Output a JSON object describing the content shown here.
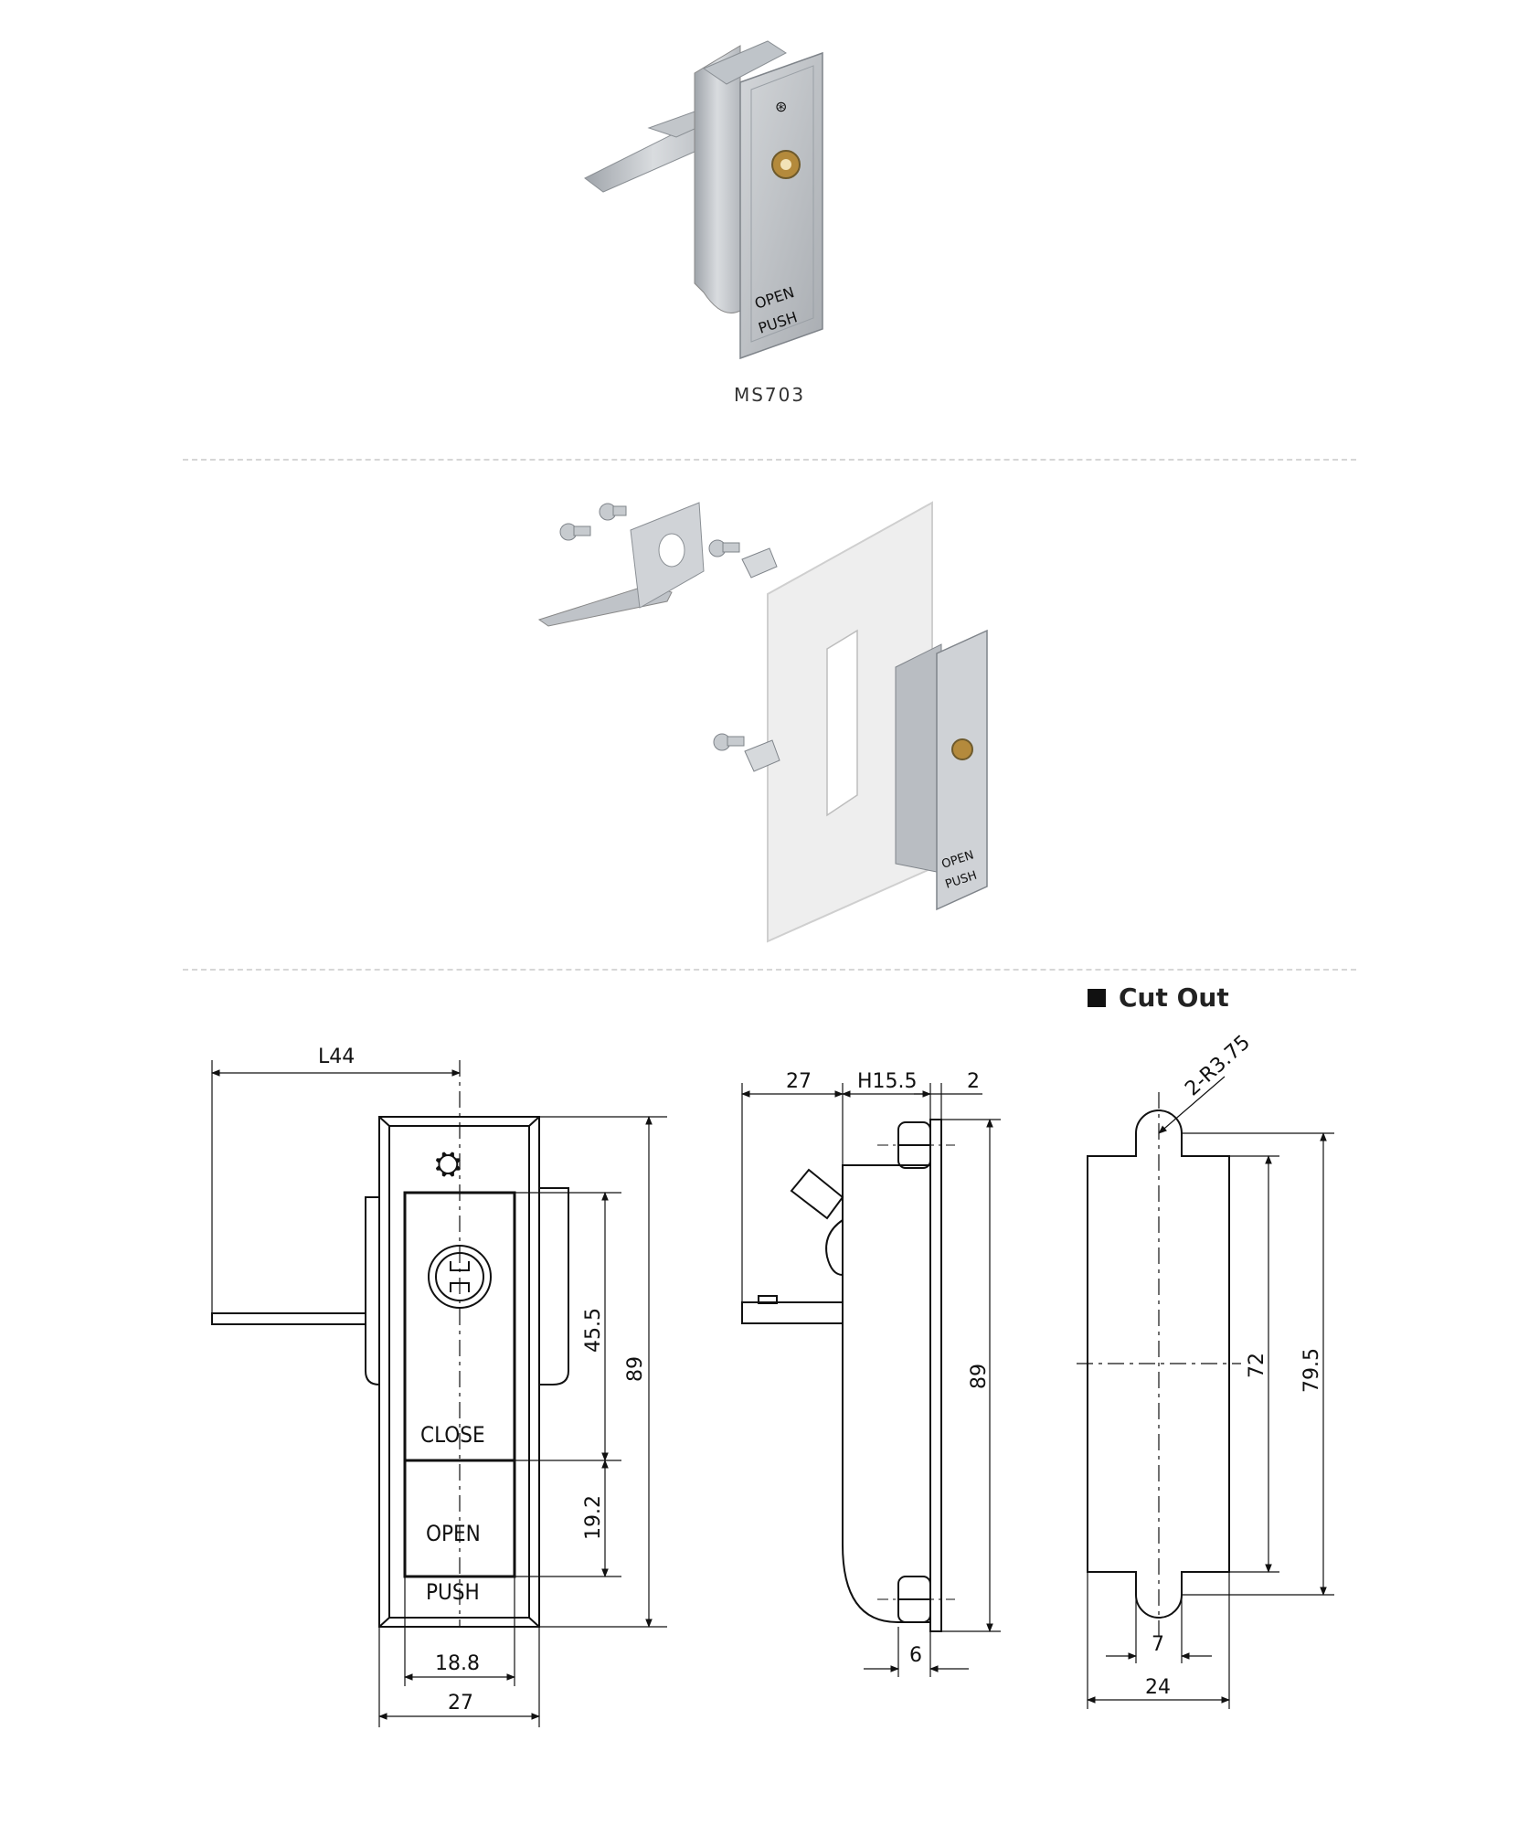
{
  "product": {
    "model": "MS703"
  },
  "product_marks": {
    "open": "OPEN",
    "push": "PUSH"
  },
  "cutout": {
    "title": "Cut Out"
  },
  "front_view": {
    "lever_length": "L44",
    "body_width": "27",
    "window_width": "18.8",
    "total_height": "89",
    "upper_height": "45.5",
    "lower_height": "19.2",
    "label_close": "CLOSE",
    "label_open": "OPEN",
    "label_push": "PUSH"
  },
  "side_view": {
    "lever_depth": "27",
    "body_depth": "H15.5",
    "flange": "2",
    "height": "89",
    "screw_offset": "6"
  },
  "cutout_view": {
    "radius": "2-R3.75",
    "slot_width": "7",
    "width": "24",
    "inner_height": "72",
    "outer_height": "79.5"
  },
  "colors": {
    "line": "#111111",
    "metal": "#c9ccd0",
    "panel": "#eeeeee",
    "divider": "#d6d6d6"
  }
}
